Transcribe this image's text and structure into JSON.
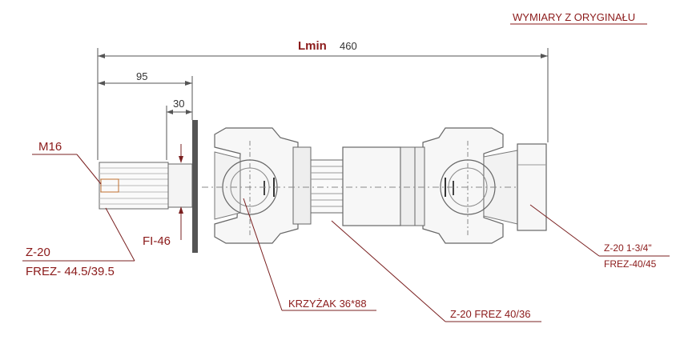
{
  "header": {
    "note": "WYMIARY Z ORYGINAŁU"
  },
  "dimensions": {
    "total_label": "Lmin",
    "total_value": "460",
    "spline_length": "95",
    "collar_length": "30"
  },
  "callouts": {
    "thread": "M16",
    "shaft_diameter": "FI-46",
    "left_spline_line1": "Z-20",
    "left_spline_line2": "FREZ- 44.5/39.5",
    "cross": "KRZYŻAK 36*88",
    "middle_spline": "Z-20 FREZ 40/36",
    "right_spline_line1": "Z-20 1-3/4\"",
    "right_spline_line2": "FREZ-40/45"
  },
  "colors": {
    "callout_text": "#8b1a1a",
    "dimension_text": "#333333",
    "outline": "#555555",
    "leader_line": "#7a2020"
  }
}
